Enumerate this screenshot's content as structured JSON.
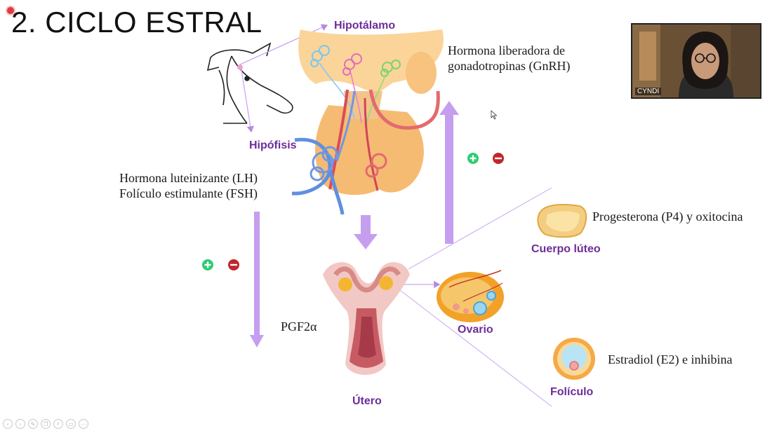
{
  "slide": {
    "title": "2. CICLO ESTRAL",
    "labels": {
      "hipotalamo": "Hipotálamo",
      "hipofisis": "Hipófisis",
      "cuerpo_luteo": "Cuerpo lúteo",
      "ovario": "Ovario",
      "foliculo": "Folículo",
      "utero": "Útero"
    },
    "hormones": {
      "gnrh_line1": "Hormona liberadora de",
      "gnrh_line2": "gonadotropinas (GnRH)",
      "lh": "Hormona luteinizante (LH)",
      "fsh": "Folículo estimulante (FSH)",
      "p4": "Progesterona (P4) y oxitocina",
      "pgf": "PGF2α",
      "e2": "Estradiol (E2) e inhibina"
    },
    "feedback": {
      "plus": "+",
      "minus": "−"
    }
  },
  "webcam": {
    "name": "CYNDI"
  },
  "colors": {
    "purple_label": "#6d2d9a",
    "arrow": "#c59ef0",
    "plus": "#2ecc71",
    "minus": "#c0272d"
  },
  "toolbar": {
    "icons": [
      "prev-icon",
      "next-icon",
      "pen-icon",
      "copy-icon",
      "zoom-icon",
      "screen-icon",
      "more-icon"
    ]
  }
}
